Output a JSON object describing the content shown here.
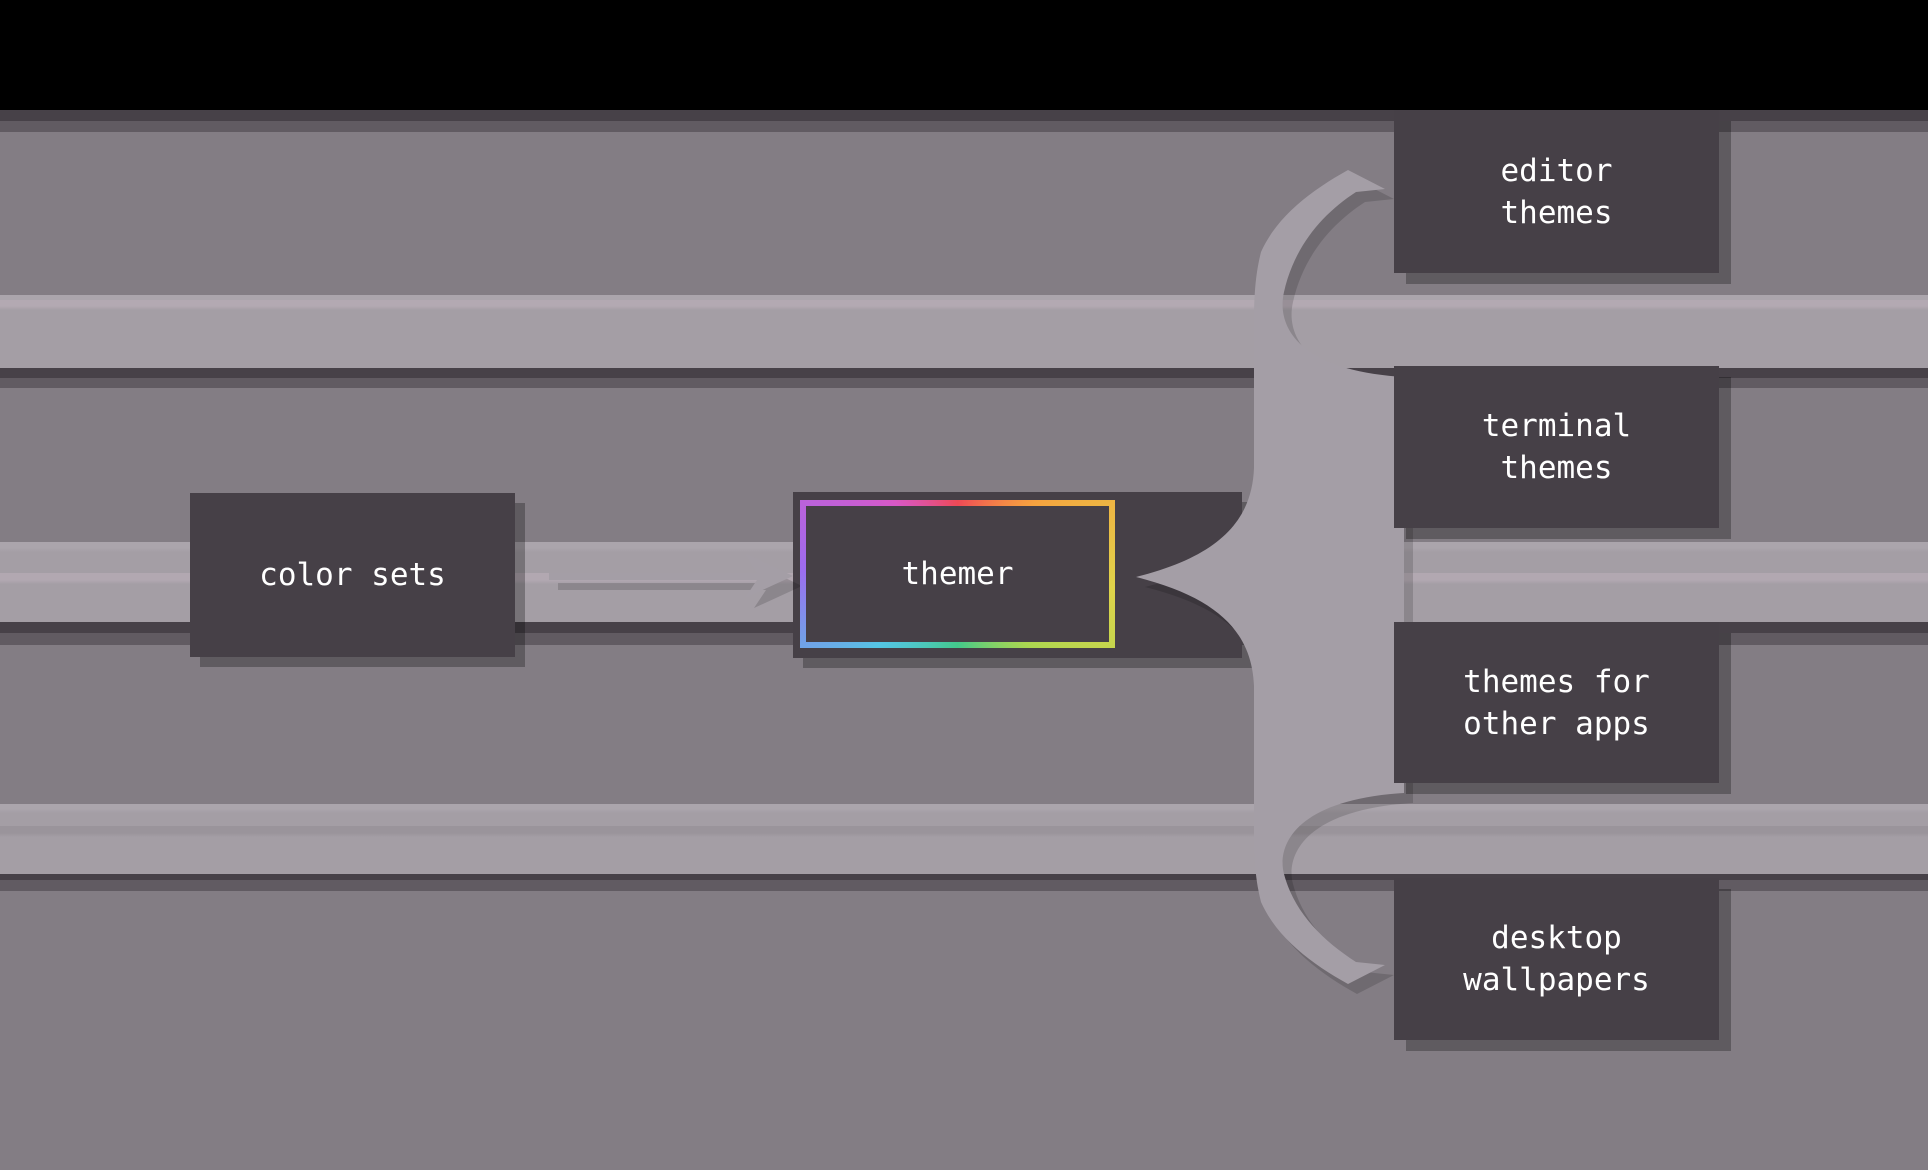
{
  "diagram": {
    "source": {
      "label": "color sets"
    },
    "hub": {
      "label": "themer"
    },
    "outputs": [
      {
        "id": "editor-themes",
        "lines": [
          "editor",
          "themes"
        ]
      },
      {
        "id": "terminal-themes",
        "lines": [
          "terminal",
          "themes"
        ]
      },
      {
        "id": "themes-other-apps",
        "lines": [
          "themes for",
          "other apps"
        ]
      },
      {
        "id": "desktop-wallpapers",
        "lines": [
          "desktop",
          "wallpapers"
        ]
      }
    ]
  },
  "colors": {
    "bg-base": "#837d84",
    "bg-light": "#a49ea5",
    "stripe-dark": "#474148",
    "stripe-mid": "#615b62",
    "box-dark": "#464047",
    "label-text": "#ffffff",
    "arrow-light": "#a49ea6",
    "rainbow": "conic-gradient(from 0deg at 50% 50%, #ee4956 0deg, #f6a33f 48deg, #e0d44a 95deg, #abd650 135deg, #43c98b 180deg, #54c6e4 228deg, #9d6cee 272deg, #d858c7 318deg, #ee4956 360deg)"
  }
}
